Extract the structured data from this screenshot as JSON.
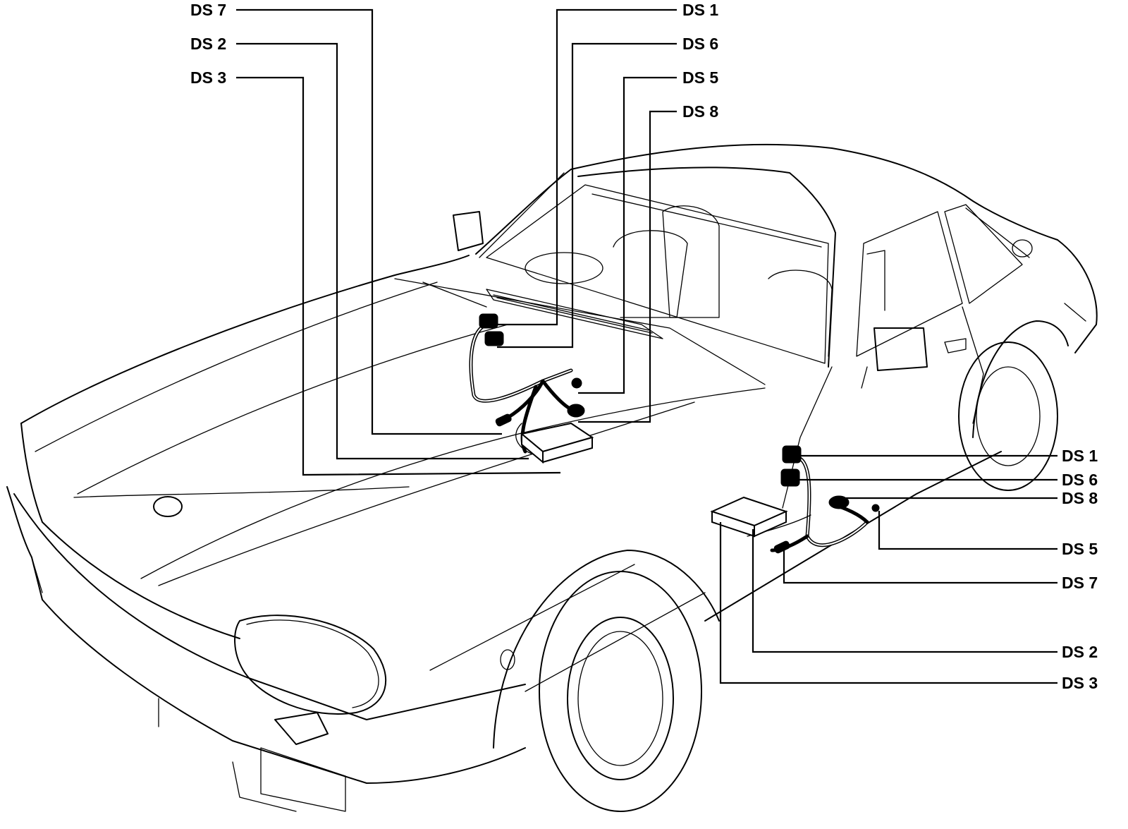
{
  "callouts": {
    "top": [
      {
        "id": "ds7",
        "label": "DS 7"
      },
      {
        "id": "ds2",
        "label": "DS 2"
      },
      {
        "id": "ds3",
        "label": "DS 3"
      },
      {
        "id": "ds1",
        "label": "DS 1"
      },
      {
        "id": "ds6",
        "label": "DS 6"
      },
      {
        "id": "ds5",
        "label": "DS 5"
      },
      {
        "id": "ds8",
        "label": "DS 8"
      }
    ],
    "side": [
      {
        "id": "ds1",
        "label": "DS 1"
      },
      {
        "id": "ds6",
        "label": "DS 6"
      },
      {
        "id": "ds8",
        "label": "DS 8"
      },
      {
        "id": "ds5",
        "label": "DS 5"
      },
      {
        "id": "ds7",
        "label": "DS 7"
      },
      {
        "id": "ds2",
        "label": "DS 2"
      },
      {
        "id": "ds3",
        "label": "DS 3"
      }
    ]
  }
}
